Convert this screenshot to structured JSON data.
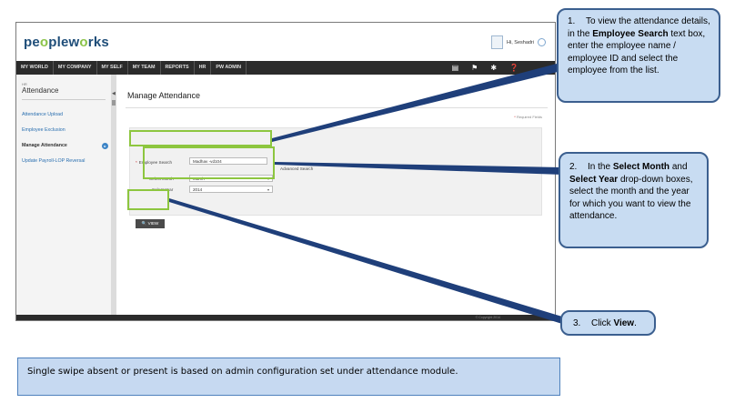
{
  "app": {
    "logo_left": "pe",
    "logo_o": "o",
    "logo_mid": "plew",
    "logo_o2": "o",
    "logo_right": "rks",
    "greeting": "Hi, Seshadri"
  },
  "nav": {
    "items": [
      "MY WORLD",
      "MY COMPANY",
      "MY SELF",
      "MY TEAM",
      "REPORTS",
      "HR",
      "PW ADMIN"
    ]
  },
  "sidebar": {
    "section_small": "HR",
    "section_title": "Attendance",
    "items": [
      {
        "label": "Attendance Upload"
      },
      {
        "label": "Employee Exclusion"
      },
      {
        "label": "Manage Attendance",
        "active": true
      },
      {
        "label": "Update Payroll-LOP Reversal"
      }
    ]
  },
  "main": {
    "title": "Manage Attendance",
    "required_note": "Required Fields",
    "employee_search_label": "Employee Search",
    "employee_search_value": "Madhav -vd104",
    "advanced_search": "Advanced Search",
    "select_month_label": "Select Month",
    "select_month_value": "March",
    "select_year_label": "Select Year",
    "select_year_value": "2014",
    "view_button": "VIEW"
  },
  "footer": {
    "copyright": "© Copyright 2014"
  },
  "callouts": {
    "c1": {
      "num": "1.",
      "t1": "To view the attendance details, in the ",
      "b1": "Employee Search",
      "t2": " text box, enter the employee name / employee ID and select the employee from the list."
    },
    "c2": {
      "num": "2.",
      "t1": "In the ",
      "b1": "Select Month",
      "t2": " and ",
      "b2": "Select Year",
      "t3": " drop-down boxes, select the month and the year for which you want to view the attendance."
    },
    "c3": {
      "num": "3.",
      "t1": "Click ",
      "b1": "View",
      "t2": "."
    }
  },
  "note": "Single swipe absent or present is based on admin configuration set under attendance module.",
  "colors": {
    "highlight": "#8dc63f",
    "callout_fill": "#c8dcf2",
    "callout_border": "#3b5f8f",
    "navbar": "#2b2b2b",
    "pointer": "#1f3f7a"
  }
}
